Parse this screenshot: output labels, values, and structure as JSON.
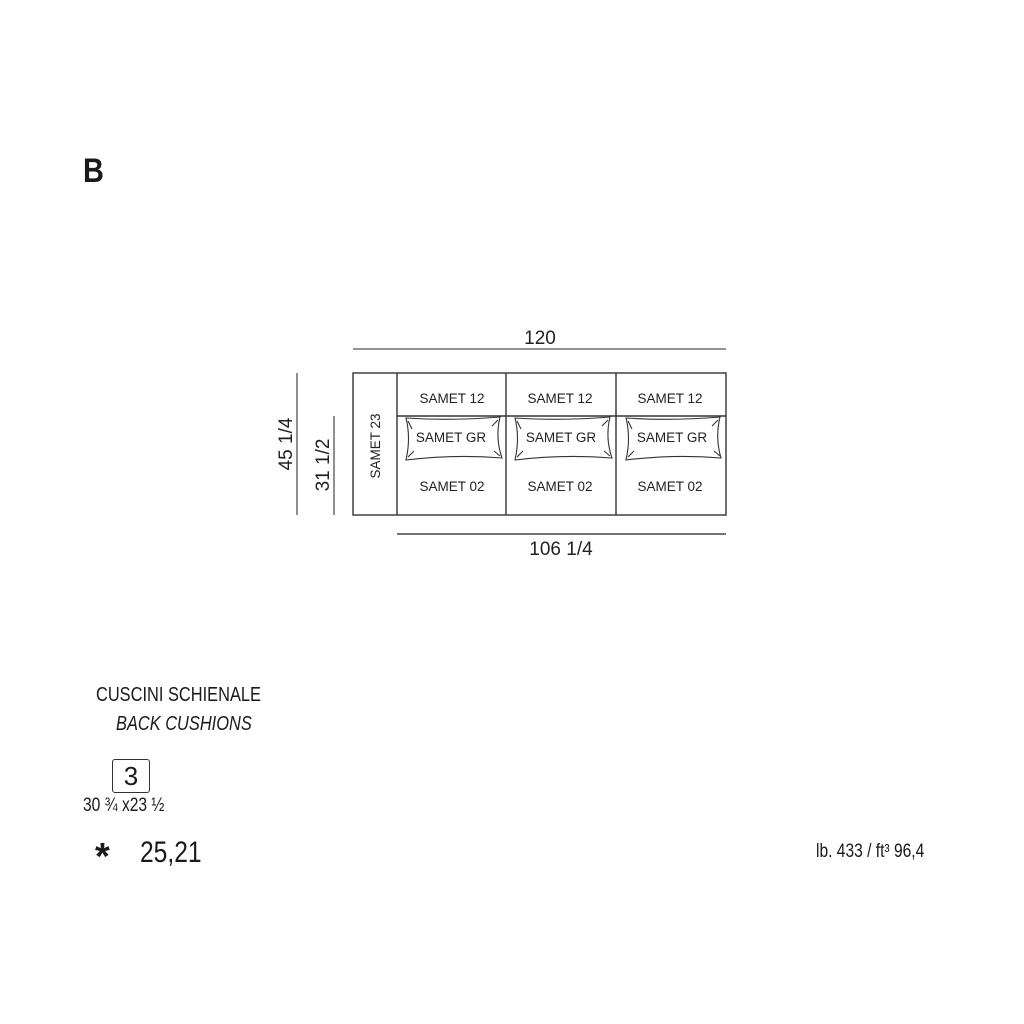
{
  "model_letter": "B",
  "diagram": {
    "width_total": "120",
    "width_seat": "106 1/4",
    "depth_total": "45 1/4",
    "depth_seat": "31 1/2",
    "arm_label": "SAMET 23",
    "seats": [
      {
        "back": "SAMET 12",
        "cushion": "SAMET GR",
        "seat": "SAMET 02"
      },
      {
        "back": "SAMET 12",
        "cushion": "SAMET GR",
        "seat": "SAMET 02"
      },
      {
        "back": "SAMET 12",
        "cushion": "SAMET GR",
        "seat": "SAMET 02"
      }
    ]
  },
  "cushions": {
    "title_it": "CUSCINI SCHIENALE",
    "title_en": "BACK CUSHIONS",
    "quantity": "3",
    "size": "30 ¾ x23 ½"
  },
  "price_marker": "*",
  "price": "25,21",
  "weight_volume": "lb. 433 / ft³ 96,4"
}
